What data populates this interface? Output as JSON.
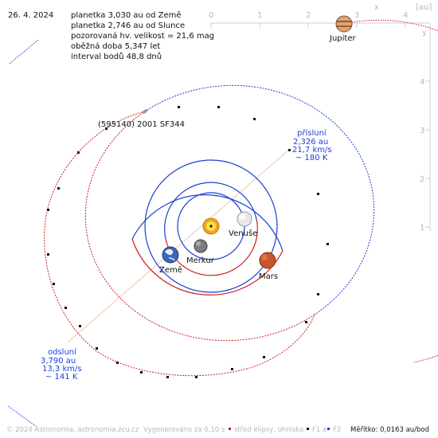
{
  "date": "26. 4. 2024",
  "info_lines": [
    "planetka 3,030 au od Země",
    "planetka 2,746 au od Slunce",
    "pozorovaná hv. velikost = 21,6 mag",
    "oběžná doba 5,347 let",
    "interval bodů 48,8 dnů"
  ],
  "axis": {
    "unit_label": "[au]",
    "x_label": "x",
    "y_label": "y",
    "x_ticks": [
      "0",
      "1",
      "2",
      "3",
      "4"
    ],
    "y_ticks": [
      "1",
      "2",
      "3",
      "4"
    ]
  },
  "bodies": {
    "asteroid_label": "(595140) 2001 SF344",
    "jupiter": "Jupiter",
    "venus": "Venuše",
    "mercury": "Merkur",
    "earth": "Země",
    "mars": "Mars"
  },
  "perihelion": {
    "title": "přísluní",
    "distance": "2,326 au",
    "speed": "21,7 km/s",
    "temp": "~ 180 K"
  },
  "aphelion": {
    "title": "odsluní",
    "distance": "3,790 au",
    "speed": "13,3 km/s",
    "temp": "~ 141 K"
  },
  "footer": {
    "copyright": "© 2024 Astronomia, astronomia.zcu.cz",
    "generated": "Vygenerováno za 0,10 s",
    "center_legend": "střed elipsy, ohniska",
    "f1_legend": "F1 a",
    "f2_legend": "F2",
    "scale": "Měřítko: 0,0163 au/bod"
  },
  "colors": {
    "blue": "#1a3fd6",
    "red": "#cc1f1f",
    "peach": "#f3c7a8"
  }
}
